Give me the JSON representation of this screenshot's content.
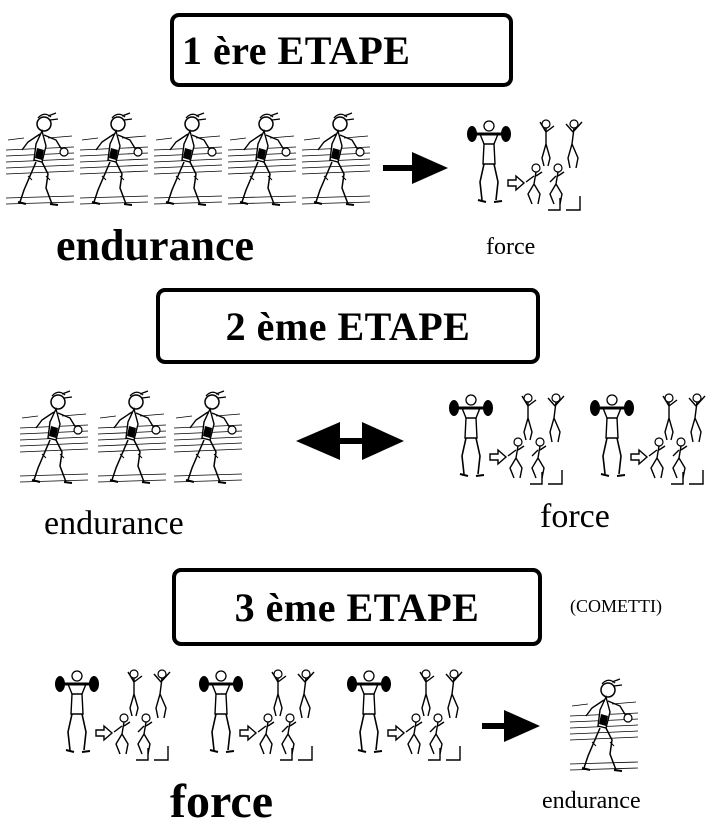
{
  "stages": [
    {
      "title": "1 ère ETAPE"
    },
    {
      "title": "2 ème ETAPE"
    },
    {
      "title": "3 ème ETAPE"
    }
  ],
  "labels": {
    "s1_endurance": "endurance",
    "s1_force": "force",
    "s2_endurance": "endurance",
    "s2_force": "force",
    "s3_force": "force",
    "s3_endurance": "endurance",
    "source": "(COMETTI)"
  },
  "arrows": {
    "stage1": "arrow-right",
    "stage2": "double-arrow",
    "stage3": "arrow-right"
  },
  "icons": {
    "endurance": "runner-icon",
    "force": "weightlifting-jump-icon"
  }
}
